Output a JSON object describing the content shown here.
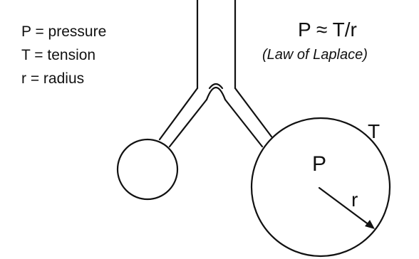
{
  "legend": {
    "pressure": "P = pressure",
    "tension": "T = tension",
    "radius": "r = radius"
  },
  "formula": {
    "equation": "P ≈ T/r",
    "law_name": "(Law of Laplace)"
  },
  "labels": {
    "tension_symbol": "T",
    "pressure_symbol": "P",
    "radius_symbol": "r"
  },
  "colors": {
    "line": "#111111",
    "background": "#ffffff"
  }
}
